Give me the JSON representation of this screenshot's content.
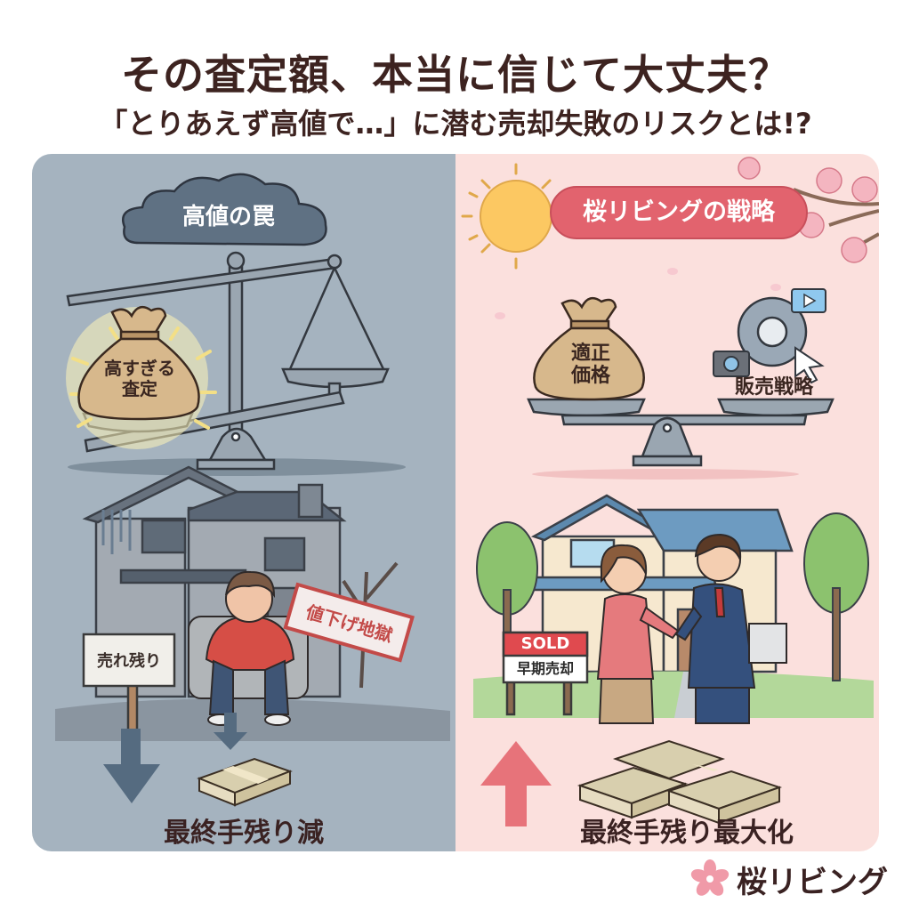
{
  "header": {
    "title": "その査定額、本当に信じて大丈夫？",
    "subtitle": "「とりあえず高値で…」に潜む売却失敗のリスクとは!?"
  },
  "left_panel": {
    "heading": "高値の罠",
    "bag_label_line1": "高すぎる",
    "bag_label_line2": "査定",
    "sign_unsold": "売れ残り",
    "sign_price_cut": "値下げ地獄",
    "result": "最終手残り減",
    "colors": {
      "background": "#a5b3bf",
      "cloud": "#5f7183",
      "arrow": "#556b80"
    }
  },
  "right_panel": {
    "heading": "桜リビングの戦略",
    "bag_label_line1": "適正",
    "bag_label_line2": "価格",
    "strategy_label": "販売戦略",
    "sign_sold": "SOLD",
    "sign_early_sale": "早期売却",
    "result": "最終手残り最大化",
    "colors": {
      "background": "#fbe0dd",
      "pill": "#e2636e",
      "arrow": "#e7737a"
    }
  },
  "brand": {
    "name": "桜リビング",
    "icon": "sakura-icon"
  }
}
